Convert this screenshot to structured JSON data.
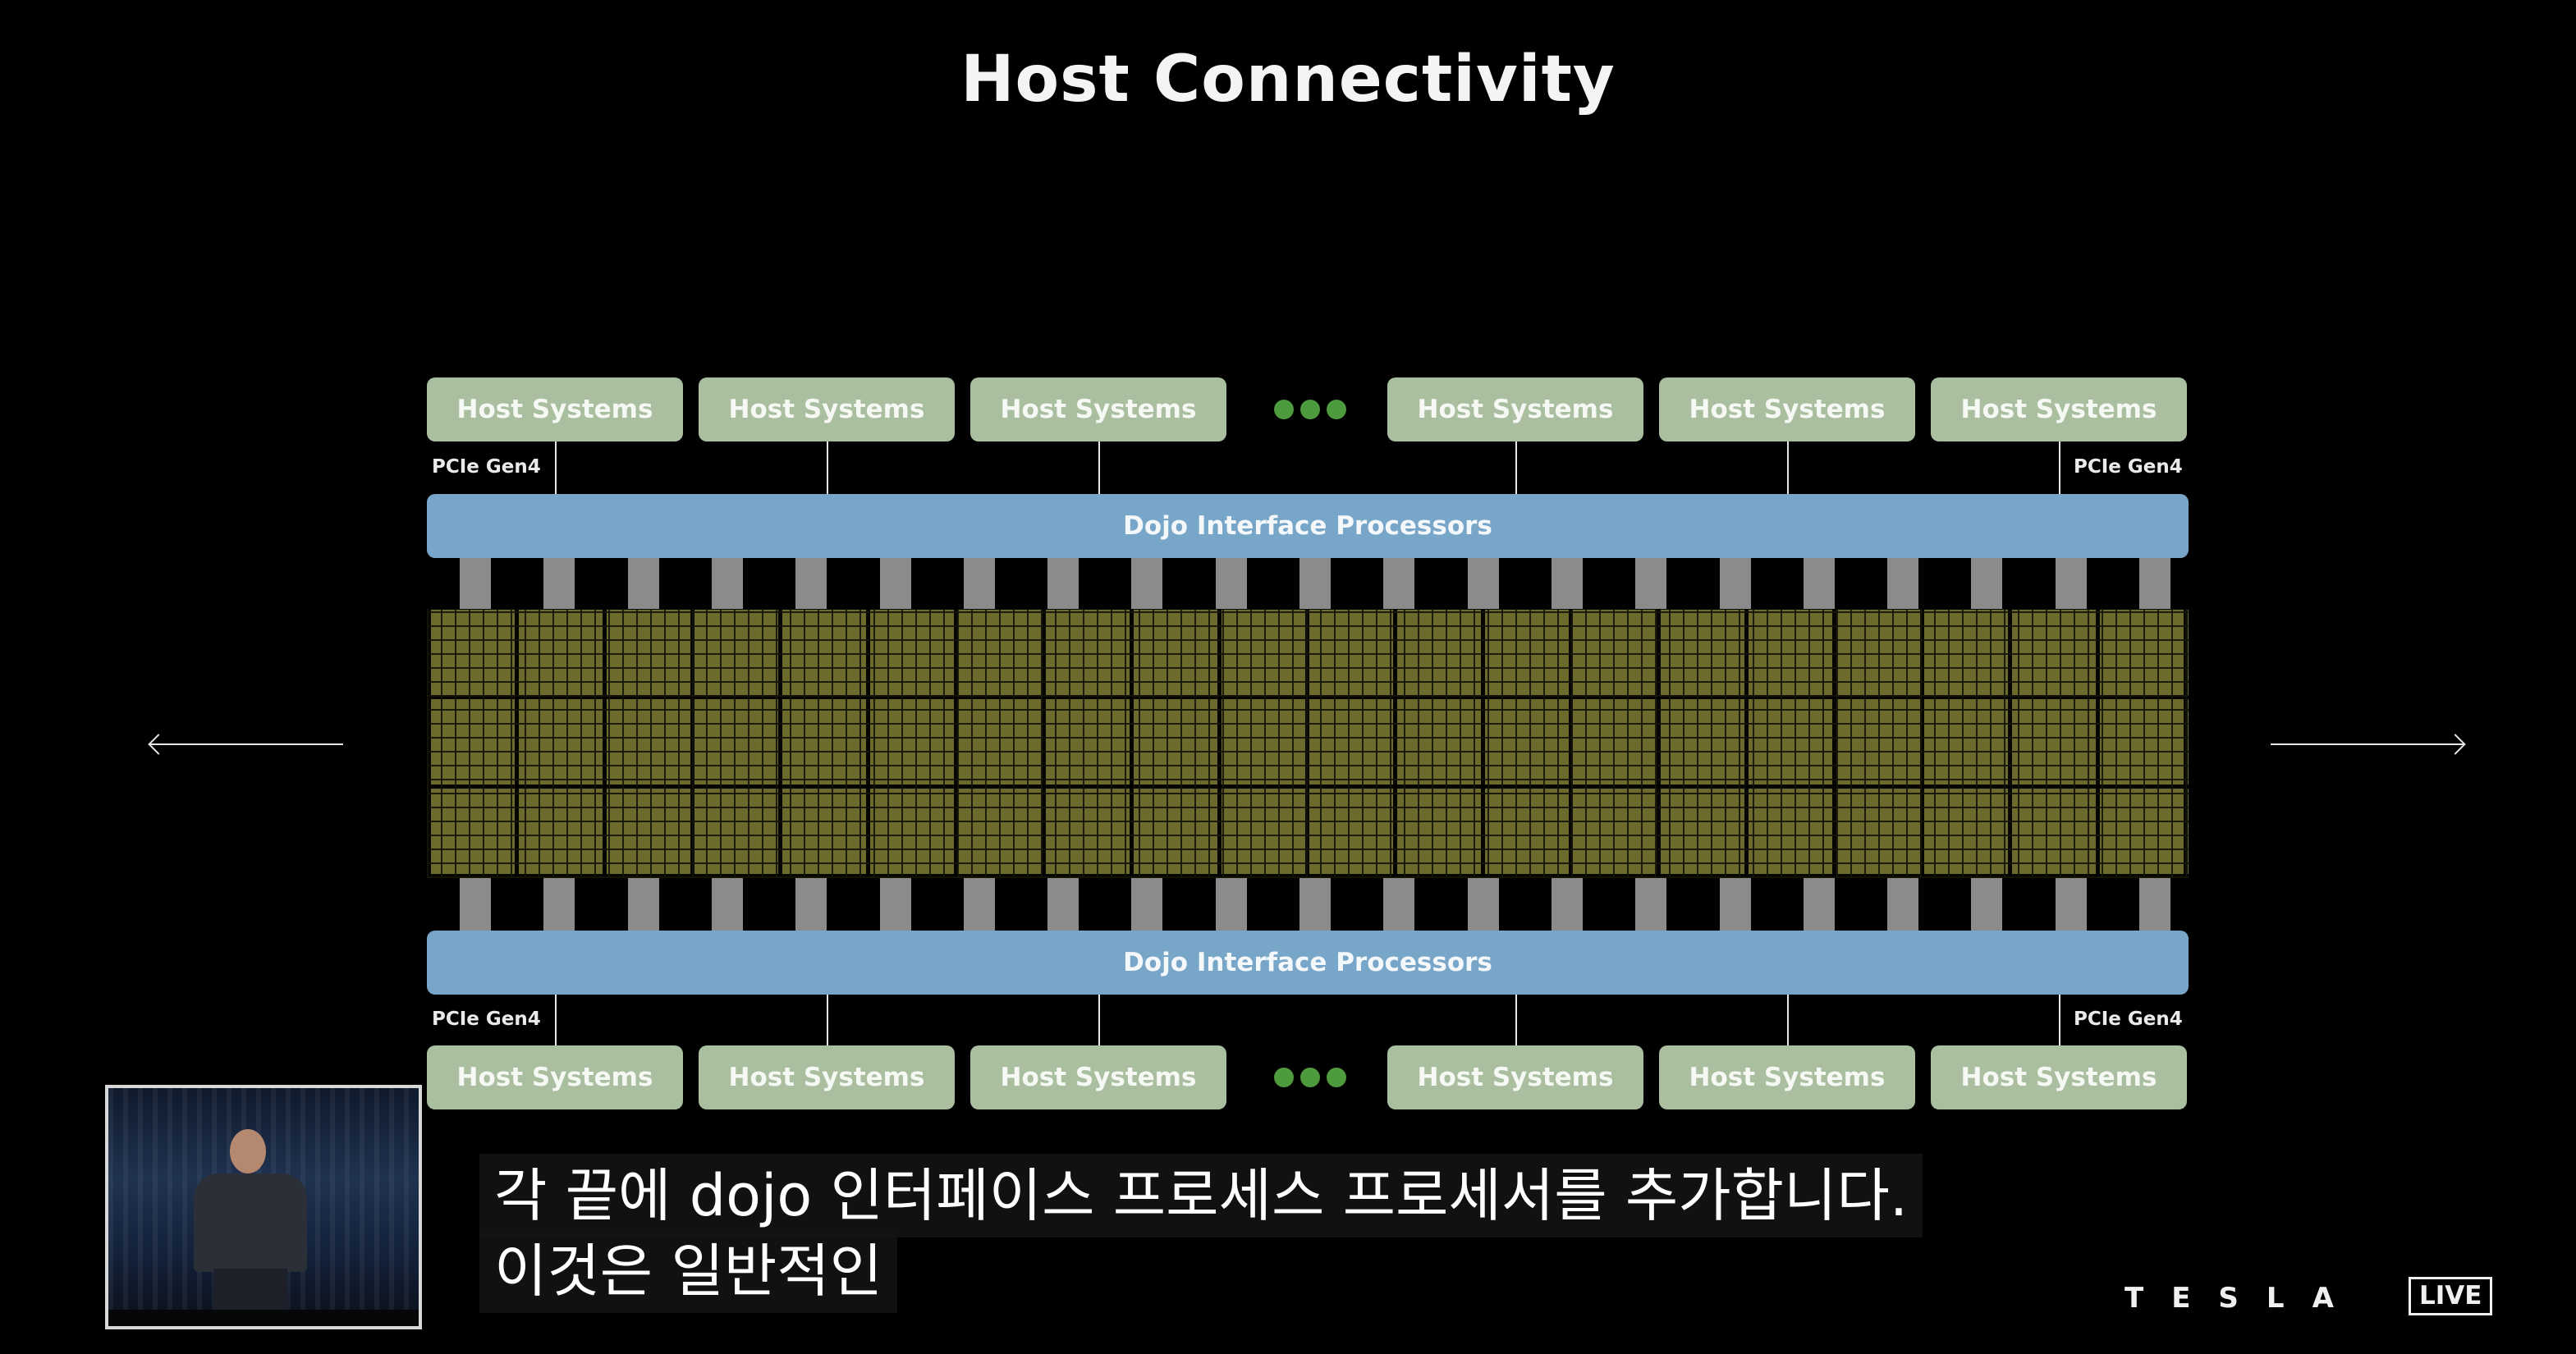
{
  "title": "Host Connectivity",
  "diagram": {
    "top_hosts": [
      "Host Systems",
      "Host Systems",
      "Host Systems",
      "Host Systems",
      "Host Systems",
      "Host Systems"
    ],
    "bottom_hosts": [
      "Host Systems",
      "Host Systems",
      "Host Systems",
      "Host Systems",
      "Host Systems",
      "Host Systems"
    ],
    "pcie_label": "PCIe Gen4",
    "dip_label": "Dojo Interface Processors",
    "colors": {
      "host": "#a9bfa0",
      "dip": "#77a6c8",
      "fabric": "#6c6a2c",
      "dots": "#4e9b3e"
    }
  },
  "subtitles": [
    "각 끝에 dojo 인터페이스 프로세스 프로세서를 추가합니다.",
    "이것은 일반적인"
  ],
  "branding": {
    "logo": "TESLA",
    "live": "LIVE"
  }
}
